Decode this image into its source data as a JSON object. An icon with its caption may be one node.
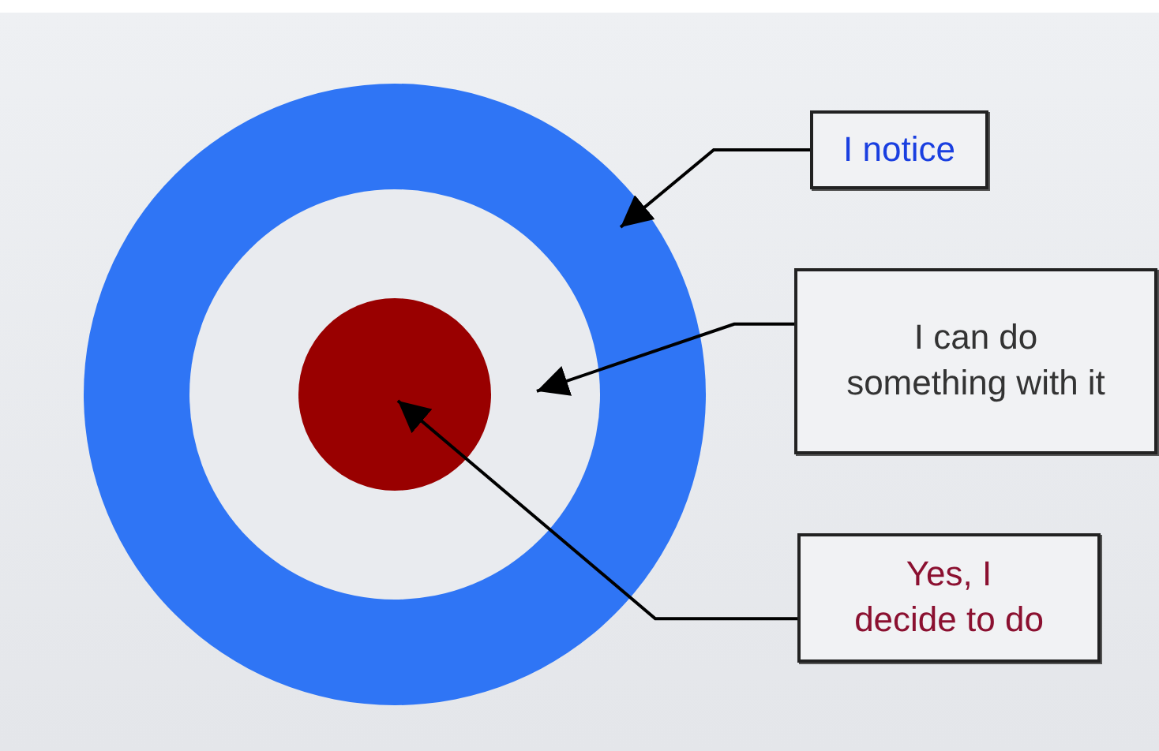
{
  "diagram": {
    "nodes": [
      {
        "text": [],
        "shape": "circle"
      },
      {
        "text": [],
        "shape": "circle",
        "in": 0
      },
      {
        "text": [],
        "shape": "circle",
        "in": 1
      },
      {
        "text": [
          "I notice"
        ]
      },
      {
        "text": [
          "I can do something with it"
        ]
      },
      {
        "text": [
          "Yes, I decide to do"
        ]
      }
    ],
    "edges": [
      {
        "from": 3,
        "to": 0,
        "arrow": "to"
      },
      {
        "from": 4,
        "to": 1,
        "arrow": "to"
      },
      {
        "from": 5,
        "to": 2,
        "arrow": "to"
      }
    ]
  }
}
